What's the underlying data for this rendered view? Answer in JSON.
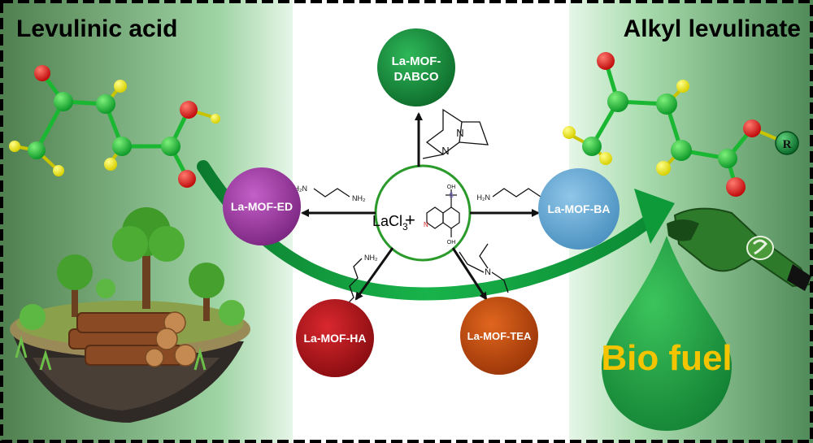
{
  "headings": {
    "left": "Levulinic  acid",
    "right": "Alkyl levulinate"
  },
  "center": {
    "reagent": "LaCl",
    "reagent_sub": "3",
    "plus": "+",
    "linker_labels": {
      "oh_top": "OH",
      "oh_bottom": "OH",
      "n": "N",
      "s": "S"
    }
  },
  "products": {
    "dabco": [
      "La-MOF-",
      "DABCO"
    ],
    "ed": "La-MOF-ED",
    "ba": "La-MOF-BA",
    "ha": "La-MOF-HA",
    "tea": "La-MOF-TEA"
  },
  "amines": {
    "ed_nh2_left": "H₂N",
    "ed_nh2_right": "NH₂",
    "ba_nh2": "H₂N",
    "ha_nh2": "NH₂",
    "dabco_n": "N",
    "tea_n": "N"
  },
  "ester_group": "R",
  "biofuel": "Bio fuel",
  "colors": {
    "dabco": "#1f8a3c",
    "ed": "#9b3aa0",
    "ba": "#6aaed6",
    "ha": "#b5141a",
    "tea": "#c24a12",
    "fuel_text": "#f5c400",
    "arrow": "#0f9a3a"
  }
}
